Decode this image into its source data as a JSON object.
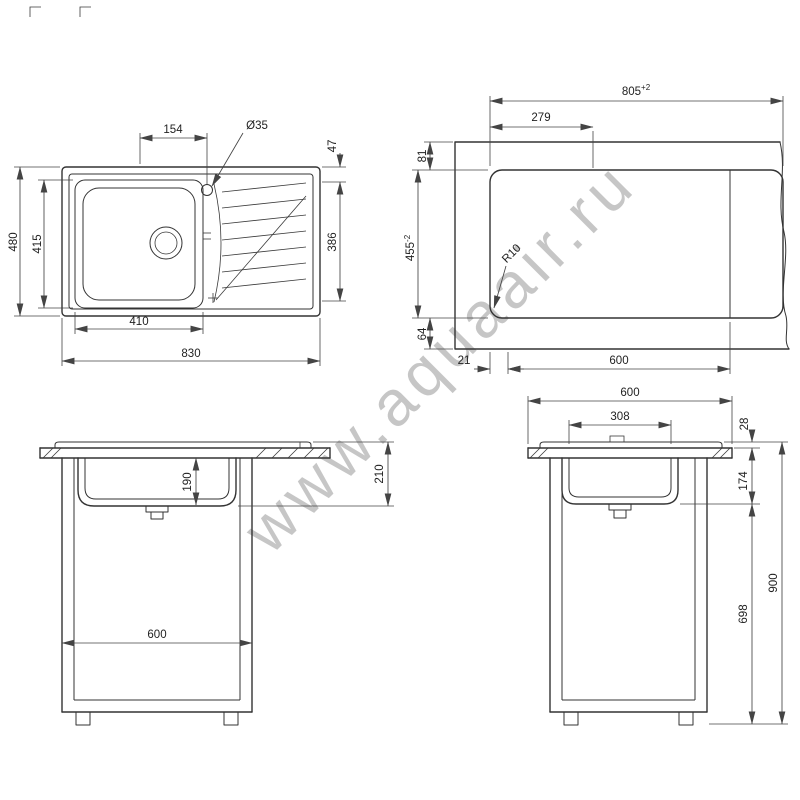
{
  "drawing": {
    "watermark": "www.aquaair.ru",
    "line_color": "#333333",
    "views": {
      "plan": {
        "dims": {
          "tap_offset": "154",
          "tap_diameter": "Ø35",
          "board_top": "47",
          "depth_overall": "480",
          "bowl_depth": "415",
          "board_depth": "386",
          "bowl_width": "410",
          "width_overall": "830"
        }
      },
      "cutout": {
        "dims": {
          "width": "805",
          "width_tol": "+2",
          "ref_left": "279",
          "front_gap": "81",
          "depth": "455",
          "depth_tol": "-2",
          "corner_radius": "R10",
          "back_gap": "64",
          "side_gap": "21",
          "cabinet_width": "600"
        }
      },
      "front_section": {
        "dims": {
          "bowl_inner_depth": "190",
          "bowl_total_depth": "210",
          "cabinet_width": "600"
        }
      },
      "side_section": {
        "dims": {
          "counter_depth": "600",
          "bowl_inner_width": "308",
          "rim_height": "28",
          "bowl_depth": "174",
          "total_height": "900",
          "base_height": "698"
        }
      }
    }
  }
}
